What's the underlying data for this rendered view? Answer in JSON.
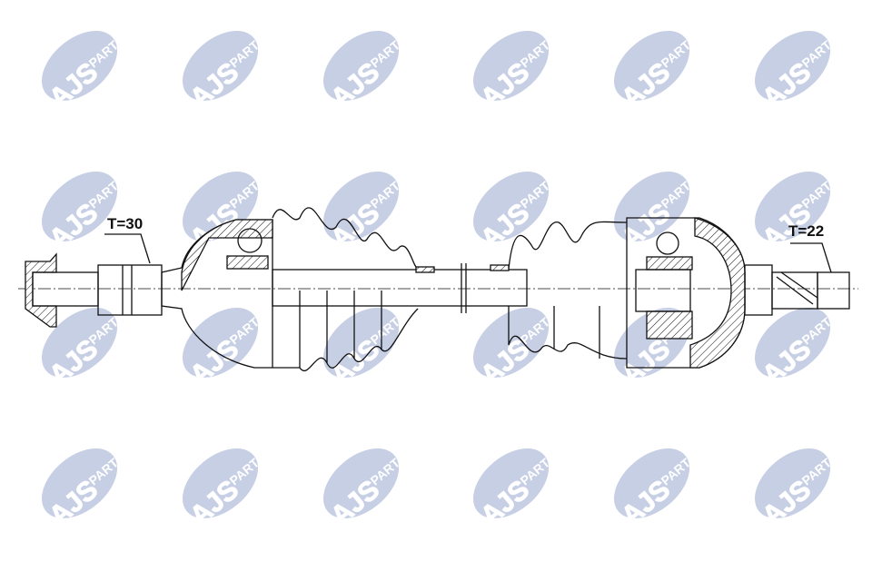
{
  "watermark": {
    "brand": "AJS",
    "suffix": "PARTS",
    "color": "#b4bfdc"
  },
  "drawing": {
    "left_label": "T=30",
    "right_label": "T=22"
  }
}
